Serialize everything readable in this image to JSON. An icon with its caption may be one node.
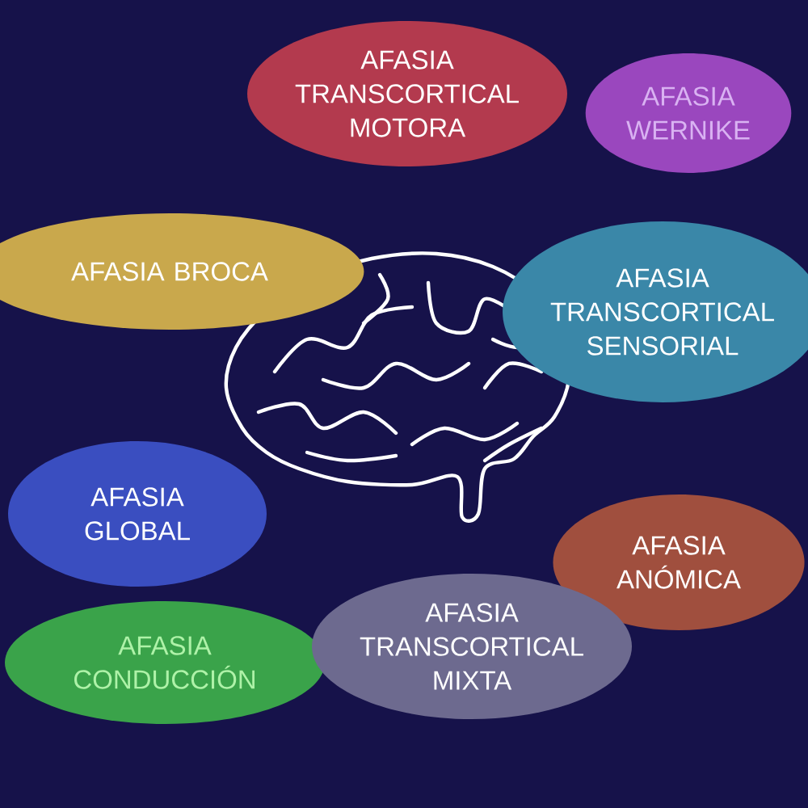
{
  "diagram": {
    "nodes": [
      {
        "text": [
          "AFASIA TRANSCORTICAL MOTORA"
        ]
      },
      {
        "text": [
          "AFASIA WERNIKE"
        ]
      },
      {
        "text": [
          "AFASIA BROCA"
        ]
      },
      {
        "text": [
          "AFASIA TRANSCORTICAL SENSORIAL"
        ]
      },
      {
        "text": [
          "AFASIA GLOBAL"
        ]
      },
      {
        "text": [
          "AFASIA ANÓMICA"
        ]
      },
      {
        "text": [
          "AFASIA CONDUCCIÓN"
        ]
      },
      {
        "text": [
          "AFASIA TRANSCORTICAL MIXTA"
        ]
      }
    ]
  }
}
